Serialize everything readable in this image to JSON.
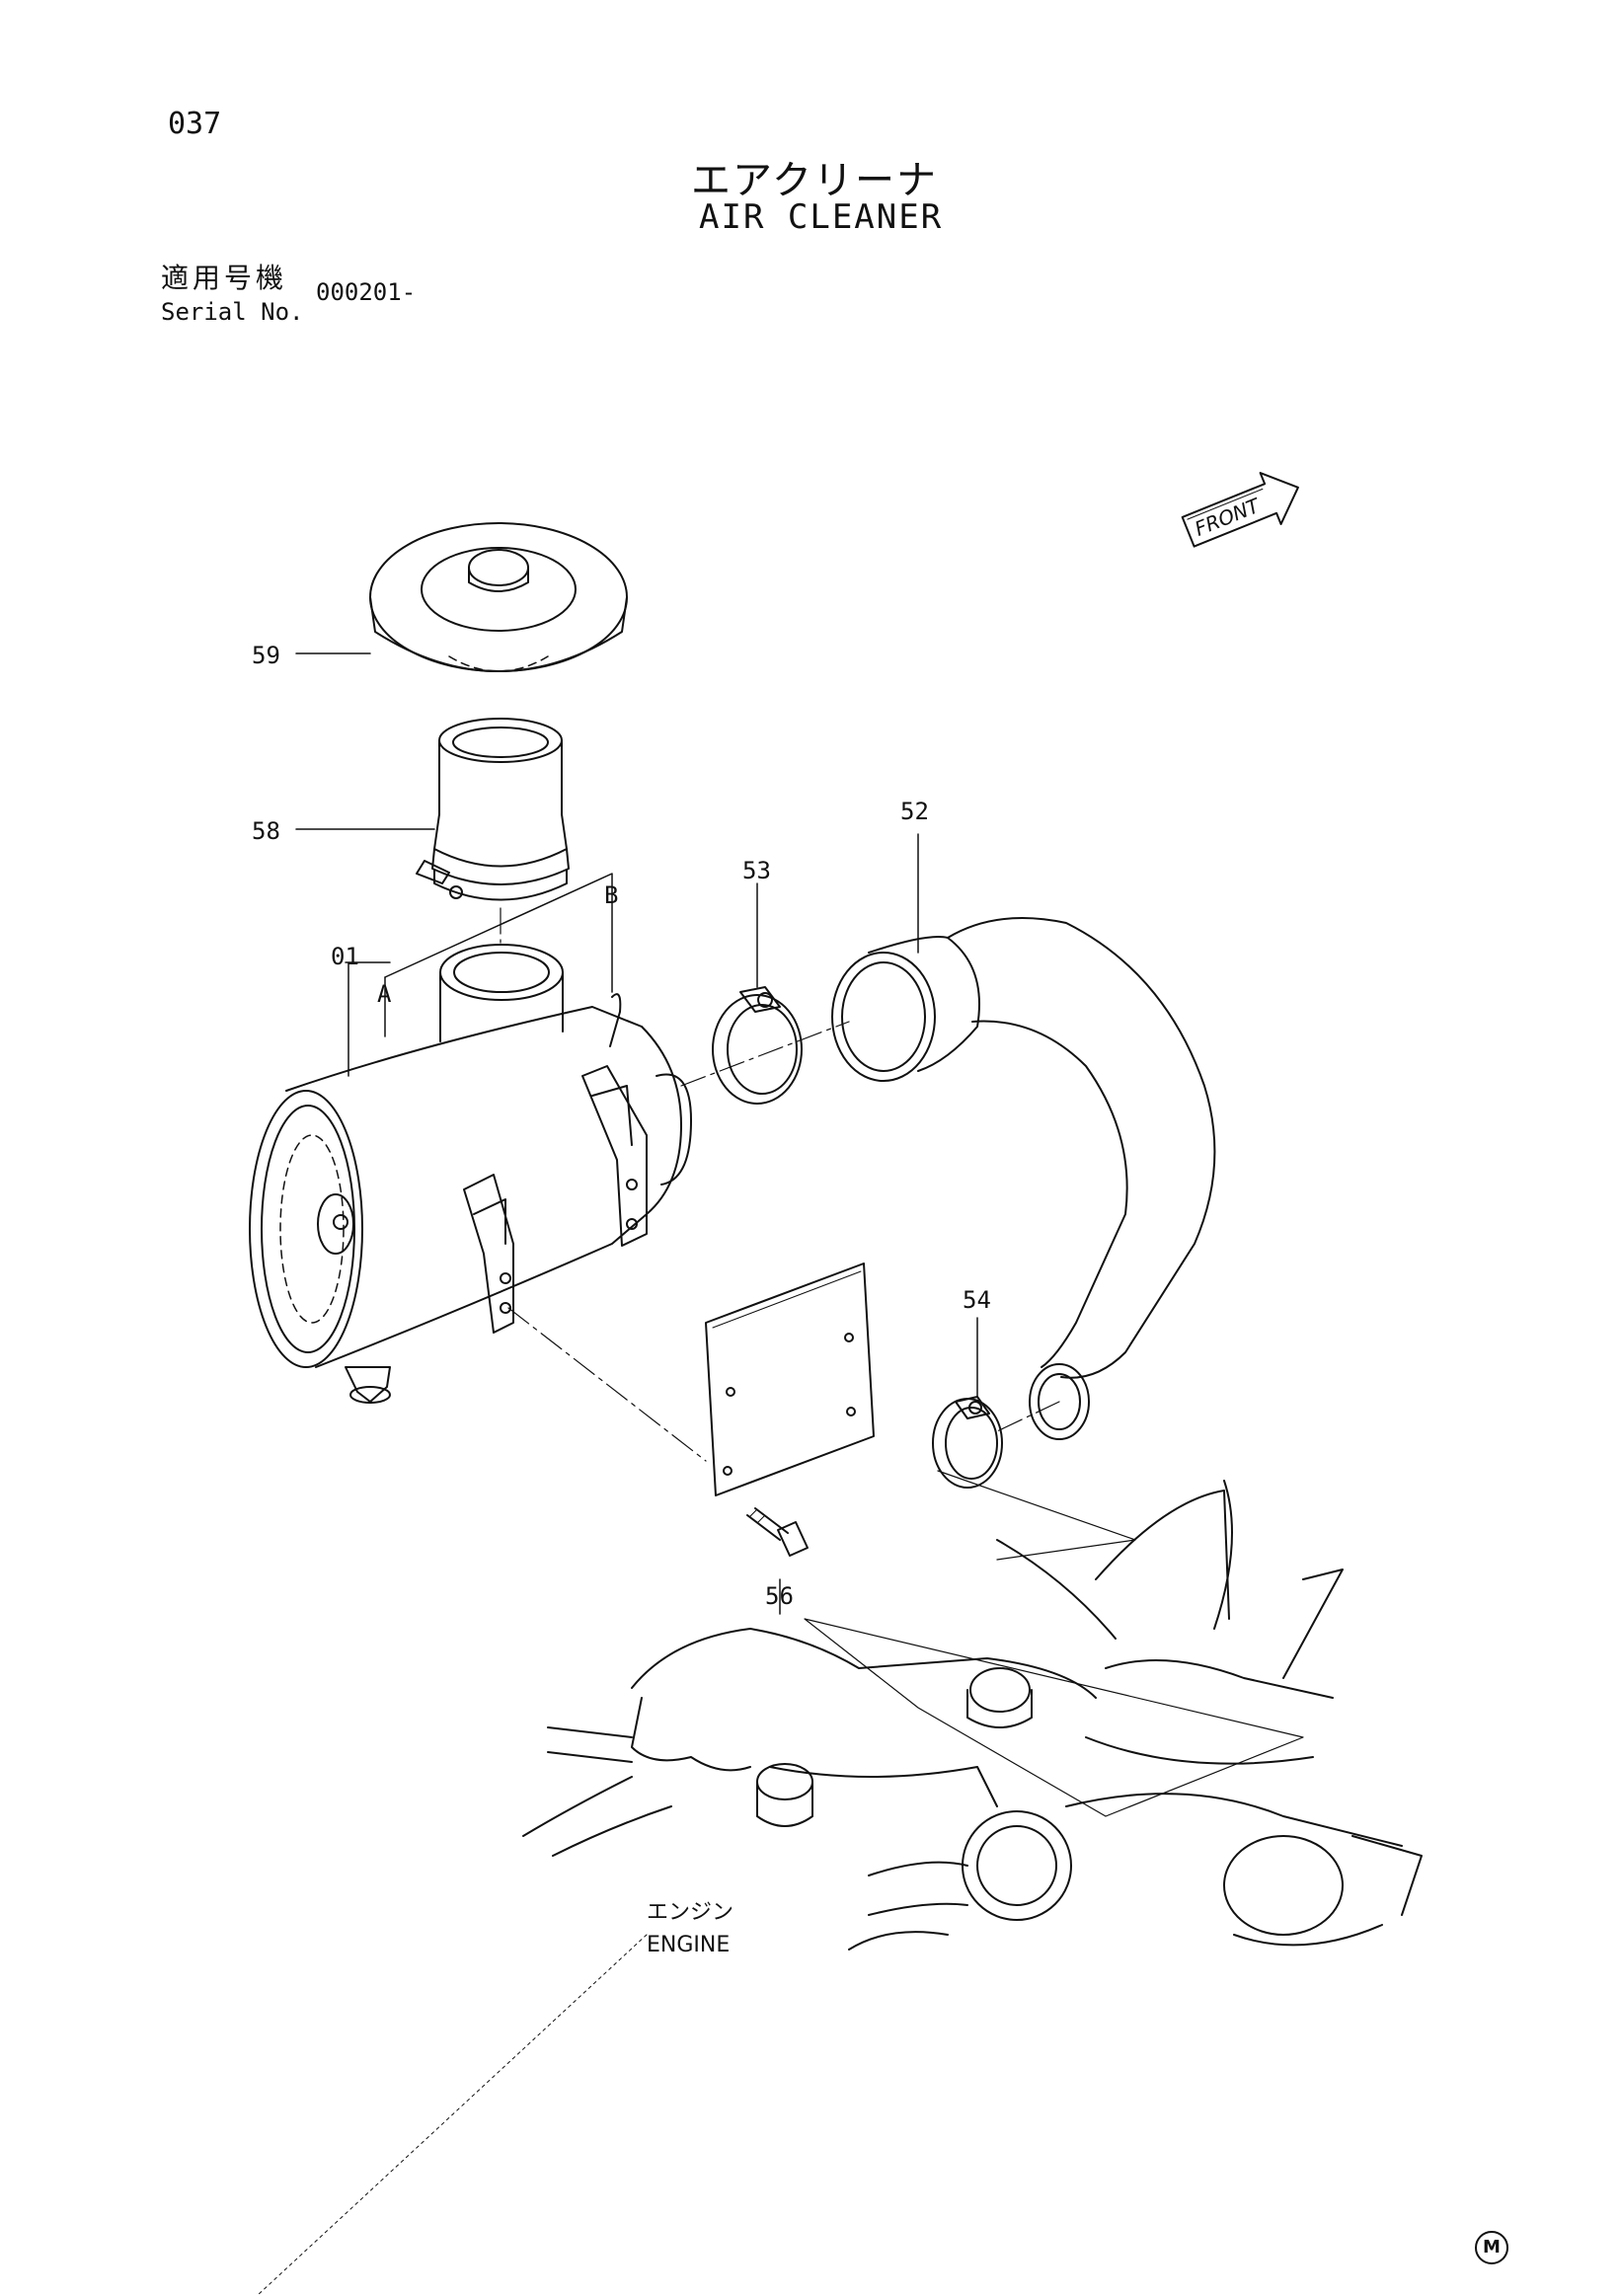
{
  "page": {
    "number": "037"
  },
  "title": {
    "japanese": "エアクリーナ",
    "english": "AIR CLEANER"
  },
  "serial": {
    "label_jp": "適用号機",
    "label_en": "Serial No.",
    "value": "000201-"
  },
  "front_arrow": {
    "label": "FRONT"
  },
  "callouts": [
    {
      "id": "59"
    },
    {
      "id": "58"
    },
    {
      "id": "01"
    },
    {
      "id": "A"
    },
    {
      "id": "B"
    },
    {
      "id": "53"
    },
    {
      "id": "52"
    },
    {
      "id": "54"
    },
    {
      "id": "56"
    }
  ],
  "engine": {
    "label_jp": "エンジン",
    "label_en": "ENGINE"
  },
  "brand_mark": "M"
}
